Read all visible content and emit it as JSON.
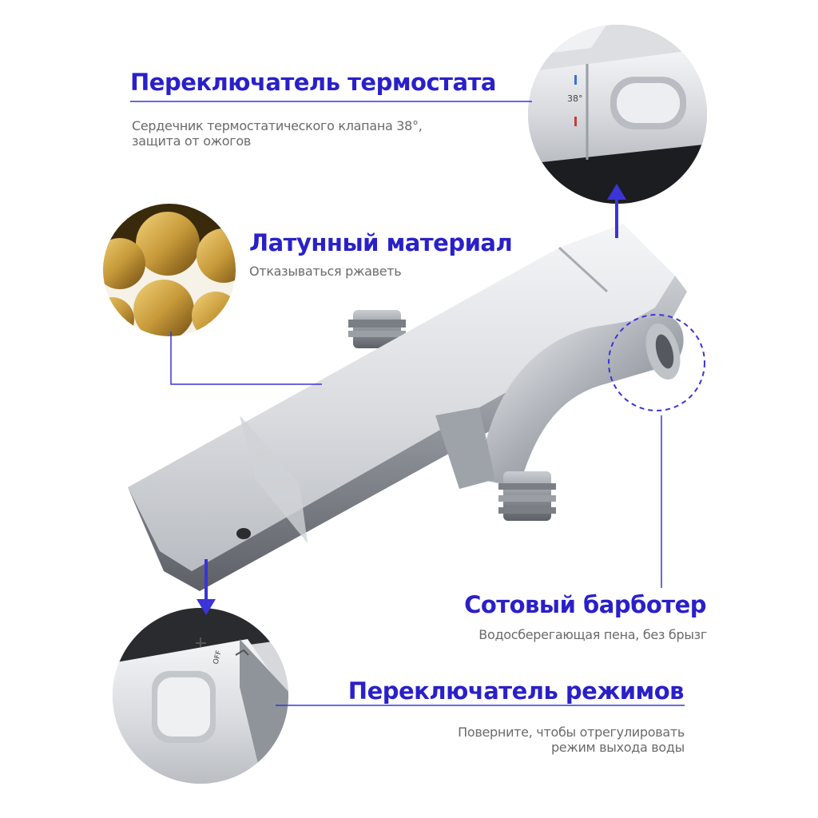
{
  "features": {
    "thermostat": {
      "title": "Переключатель термостата",
      "desc_line1": "Сердечник термостатического клапана 38°,",
      "desc_line2": "защита от ожогов",
      "dial_label": "38°"
    },
    "brass": {
      "title": "Латунный материал",
      "desc": "Отказываться ржаветь"
    },
    "aerator": {
      "title": "Сотовый барботер",
      "desc": "Водосберегающая пена, без брызг"
    },
    "mode": {
      "title": "Переключатель режимов",
      "desc_line1": "Поверните, чтобы отрегулировать",
      "desc_line2": "режим выхода воды",
      "off_label": "OFF"
    }
  },
  "colors": {
    "accent": "#2a20c9",
    "line": "#3b34d6",
    "text_gray": "#6a6a6a",
    "chrome_light": "#e8e9ec",
    "chrome_dark": "#8a8d93",
    "brass": "#c79a3a"
  }
}
